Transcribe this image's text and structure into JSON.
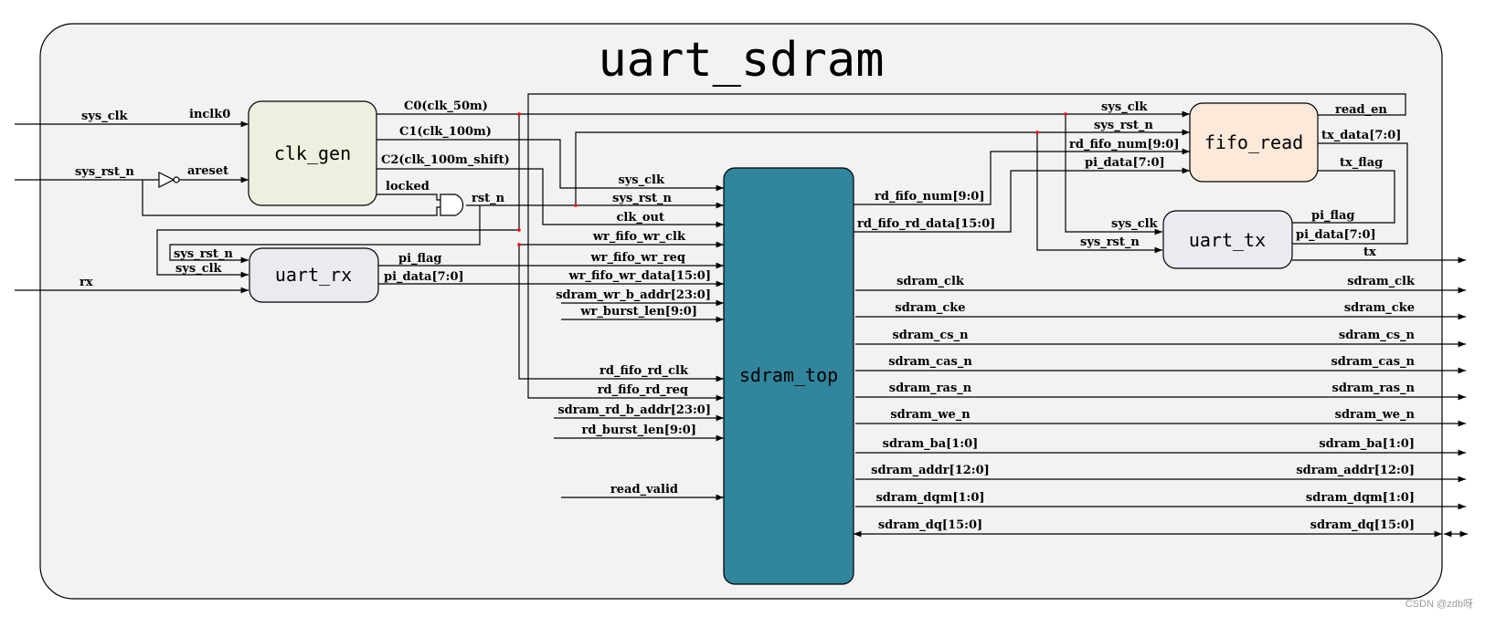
{
  "title": "uart_sdram",
  "watermark": "CSDN @zdb呀",
  "modules": {
    "clk_gen": "clk_gen",
    "uart_rx": "uart_rx",
    "sdram_top": "sdram_top",
    "fifo_read": "fifo_read",
    "uart_tx": "uart_tx"
  },
  "colors": {
    "frame_fill": "#f2f2f2",
    "clk_gen": "#ebf1de",
    "uart_rx": "#ece9f1",
    "sdram_top": "#31859c",
    "fifo_read": "#fde9d9",
    "uart_tx": "#ece9f1",
    "junction_dot": "#ff0000"
  },
  "labels": {
    "in_sys_clk": "sys_clk",
    "in_sys_rst_n": "sys_rst_n",
    "in_rx": "rx",
    "inclk0": "inclk0",
    "areset": "areset",
    "c0": "C0(clk_50m)",
    "c1": "C1(clk_100m)",
    "c2": "C2(clk_100m_shift)",
    "locked": "locked",
    "rst_n": "rst_n",
    "rx_sys_rst_n": "sys_rst_n",
    "rx_sys_clk": "sys_clk",
    "rx_pi_flag": "pi_flag",
    "rx_pi_data": "pi_data[7:0]",
    "st_sys_clk": "sys_clk",
    "st_sys_rst_n": "sys_rst_n",
    "st_clk_out": "clk_out",
    "st_wr_fifo_wr_clk": "wr_fifo_wr_clk",
    "st_wr_fifo_wr_req": "wr_fifo_wr_req",
    "st_wr_fifo_wr_data": "wr_fifo_wr_data[15:0]",
    "st_sdram_wr_b_addr": "sdram_wr_b_addr[23:0]",
    "st_wr_burst_len": "wr_burst_len[9:0]",
    "st_rd_fifo_rd_clk": "rd_fifo_rd_clk",
    "st_rd_fifo_rd_req": "rd_fifo_rd_req",
    "st_sdram_rd_b_addr": "sdram_rd_b_addr[23:0]",
    "st_rd_burst_len": "rd_burst_len[9:0]",
    "st_read_valid": "read_valid",
    "st_rd_fifo_num": "rd_fifo_num[9:0]",
    "st_rd_fifo_rd_data": "rd_fifo_rd_data[15:0]",
    "fr_sys_clk": "sys_clk",
    "fr_sys_rst_n": "sys_rst_n",
    "fr_rd_fifo_num": "rd_fifo_num[9:0]",
    "fr_pi_data": "pi_data[7:0]",
    "fr_read_en": "read_en",
    "fr_tx_data": "tx_data[7:0]",
    "fr_tx_flag": "tx_flag",
    "tx_sys_clk": "sys_clk",
    "tx_sys_rst_n": "sys_rst_n",
    "tx_pi_flag": "pi_flag",
    "tx_pi_data": "pi_data[7:0]",
    "tx_tx": "tx"
  },
  "sdram_ports": [
    "sdram_clk",
    "sdram_cke",
    "sdram_cs_n",
    "sdram_cas_n",
    "sdram_ras_n",
    "sdram_we_n",
    "sdram_ba[1:0]",
    "sdram_addr[12:0]",
    "sdram_dqm[1:0]",
    "sdram_dq[15:0]"
  ]
}
